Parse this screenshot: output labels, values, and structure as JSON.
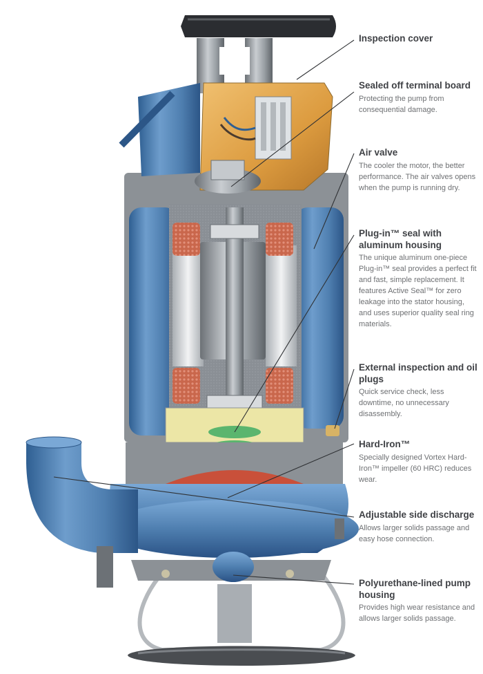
{
  "colors": {
    "housing_blue": "#4f7fb0",
    "steel_grey": "#8c9196",
    "terminal_orange": "#e0a347",
    "coil_copper": "#c9674c",
    "impeller_red": "#c9503a",
    "text_heading": "#3f4145",
    "text_body": "#6e7073"
  },
  "callouts": [
    {
      "title": "Inspection cover",
      "body": ""
    },
    {
      "title": "Sealed off terminal board",
      "body": "Protecting the pump from consequential damage."
    },
    {
      "title": "Air valve",
      "body": "The cooler the motor, the better performance. The air valves opens when the pump is running dry."
    },
    {
      "title": "Plug-in™ seal with aluminum housing",
      "body": "The unique aluminum one-piece Plug-in™ seal provides a perfect fit and fast, simple replacement. It features Active Seal™ for zero leakage into the stator housing, and uses superior quality seal ring materials."
    },
    {
      "title": "External inspection and oil plugs",
      "body": "Quick service check, less downtime, no unnecessary disassembly."
    },
    {
      "title": "Hard-Iron™",
      "body": "Specially designed Vortex Hard-Iron™ impeller (60 HRC) reduces wear."
    },
    {
      "title": "Adjustable side discharge",
      "body": "Allows larger solids passage and easy hose connection."
    },
    {
      "title": "Polyurethane-lined pump housing",
      "body": "Provides high wear resistance and allows larger solids passage."
    }
  ]
}
